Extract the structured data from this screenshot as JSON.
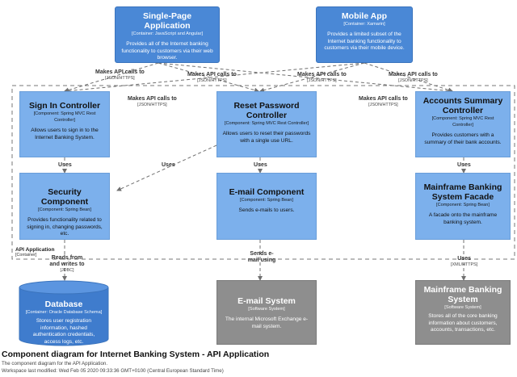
{
  "nodes": {
    "spa": {
      "title": "Single-Page Application",
      "type": "[Container: JavaScript and Angular]",
      "desc": "Provides all of the Internet banking functionality to customers via their web browser."
    },
    "mobile": {
      "title": "Mobile App",
      "type": "[Container: Xamarin]",
      "desc": "Provides a limited subset of the Internet banking functionality to customers via their mobile device."
    },
    "signin": {
      "title": "Sign In Controller",
      "type": "[Component: Spring MVC Rest Controller]",
      "desc": "Allows users to sign in to the Internet Banking System."
    },
    "reset": {
      "title": "Reset Password Controller",
      "type": "[Component: Spring MVC Rest Controller]",
      "desc": "Allows users to reset their passwords with a single use URL."
    },
    "accounts": {
      "title": "Accounts Summary Controller",
      "type": "[Component: Spring MVC Rest Controller]",
      "desc": "Provides customers with a summary of their bank accounts."
    },
    "security": {
      "title": "Security Component",
      "type": "[Component: Spring Bean]",
      "desc": "Provides functionality related to signing in, changing passwords, etc."
    },
    "email": {
      "title": "E-mail Component",
      "type": "[Component: Spring Bean]",
      "desc": "Sends e-mails to users."
    },
    "facade": {
      "title": "Mainframe Banking System Facade",
      "type": "[Component: Spring Bean]",
      "desc": "A facade onto the mainframe banking system."
    },
    "database": {
      "title": "Database",
      "type": "[Container: Oracle Database Schema]",
      "desc": "Stores user registration information, hashed authentication credentials, access logs, etc."
    },
    "emailsys": {
      "title": "E-mail System",
      "type": "[Software System]",
      "desc": "The internal Microsoft Exchange e-mail system."
    },
    "mainframe": {
      "title": "Mainframe Banking System",
      "type": "[Software System]",
      "desc": "Stores all of the core banking information about customers, accounts, transactions, etc."
    }
  },
  "boundary": {
    "title": "API Application",
    "type": "[Container]"
  },
  "edges": {
    "e1": {
      "label": "Makes API calls to",
      "proto": "[JSON/HTTPS]"
    },
    "e2": {
      "label": "Makes API calls to",
      "proto": "[JSON/HTTPS]"
    },
    "e3": {
      "label": "Makes API calls to",
      "proto": "[JSON/HTTPS]"
    },
    "e4": {
      "label": "Makes API calls to",
      "proto": "[JSON/HTTPS]"
    },
    "e5": {
      "label": "Makes API calls to",
      "proto": "[JSON/HTTPS]"
    },
    "e6": {
      "label": "Makes API calls to",
      "proto": "[JSON/HTTPS]"
    },
    "u1": {
      "label": "Uses"
    },
    "u2": {
      "label": "Uses"
    },
    "u3": {
      "label": "Uses"
    },
    "u4": {
      "label": "Uses"
    },
    "db": {
      "label": "Reads from and writes to",
      "proto": "[JDBC]"
    },
    "mail": {
      "label": "Sends e-mail using"
    },
    "xml": {
      "label": "Uses",
      "proto": "[XML/HTTPS]"
    }
  },
  "footer": {
    "title": "Component diagram for Internet Banking System - API Application",
    "subtitle": "The component diagram for the API Application.",
    "modified": "Workspace last modified: Wed Feb 05 2020 09:33:36 GMT+0100 (Central European Standard Time)"
  },
  "colors": {
    "container": "#4a88d6",
    "component": "#7cb0ec",
    "external": "#8e8e8e",
    "line": "#707070"
  }
}
